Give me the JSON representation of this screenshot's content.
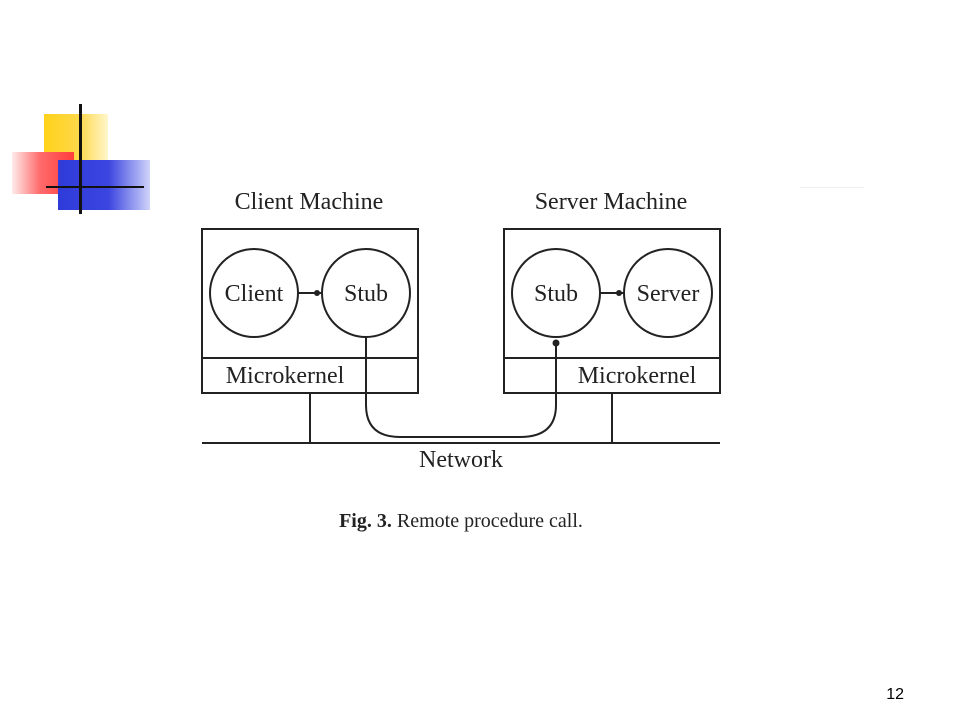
{
  "slide": {
    "page_number": "12"
  },
  "diagram": {
    "client_machine": {
      "title": "Client Machine",
      "process": "Client",
      "stub": "Stub",
      "kernel": "Microkernel"
    },
    "server_machine": {
      "title": "Server Machine",
      "process": "Server",
      "stub": "Stub",
      "kernel": "Microkernel"
    },
    "network_label": "Network",
    "caption": {
      "prefix": "Fig. 3.",
      "text": "Remote procedure call."
    }
  }
}
